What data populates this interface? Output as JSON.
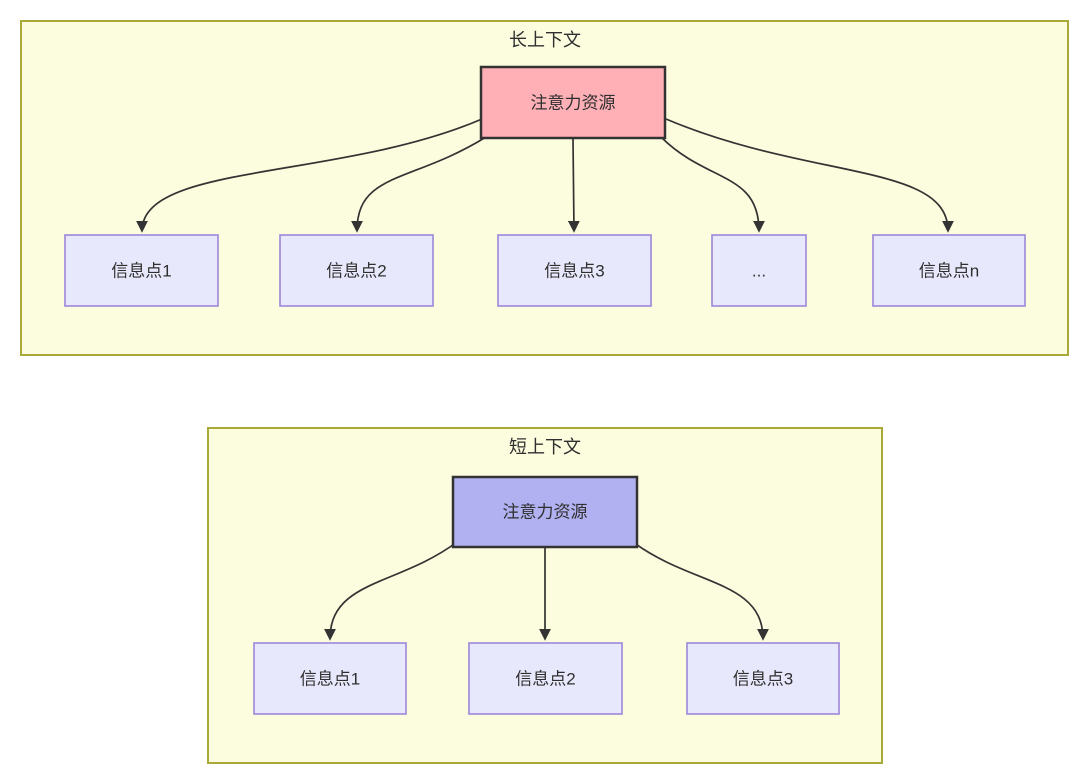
{
  "long_context": {
    "title": "长上下文",
    "attention_label": "注意力资源",
    "items": [
      "信息点1",
      "信息点2",
      "信息点3",
      "...",
      "信息点n"
    ]
  },
  "short_context": {
    "title": "短上下文",
    "attention_label": "注意力资源",
    "items": [
      "信息点1",
      "信息点2",
      "信息点3"
    ]
  },
  "colors": {
    "page_background": "#FFFFFF",
    "container_fill": "#FCFCDF",
    "container_border": "#A9A938",
    "attention_long_fill": "#FFB0B7",
    "attention_short_fill": "#B1B1F1",
    "attention_border": "#333333",
    "item_fill": "#E8E8FC",
    "item_border": "#9C86D9",
    "arrow_color": "#333333",
    "text_color": "#2F2F2F"
  }
}
